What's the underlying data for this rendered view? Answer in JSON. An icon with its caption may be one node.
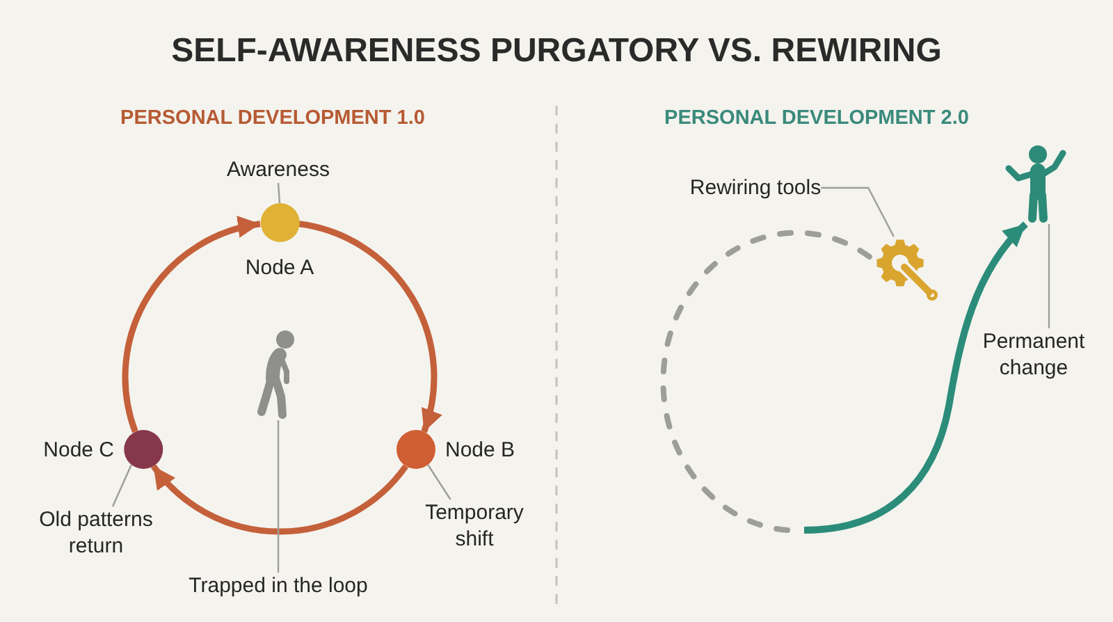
{
  "diagram": {
    "title": "SELF-AWARENESS PURGATORY VS. REWIRING",
    "nodes": [
      {
        "text": [
          "Awareness"
        ]
      },
      {
        "text": [
          "Node A"
        ]
      },
      {
        "text": [],
        "shape": "person"
      },
      {
        "text": [
          "Node C"
        ]
      },
      {
        "text": [
          "Node B"
        ]
      },
      {
        "text": [
          "Old patterns return"
        ]
      },
      {
        "text": [
          "Temporary shift"
        ]
      },
      {
        "text": [
          "Trapped in the loop"
        ]
      },
      {
        "text": [],
        "shape": "person"
      },
      {
        "text": [
          "Rewiring tools"
        ]
      },
      {
        "text": [],
        "shape": "gear"
      },
      {
        "text": [
          "Permanent change"
        ]
      }
    ],
    "edges": [
      {
        "from": 1,
        "to": 4,
        "arrow": "to",
        "style": "thick",
        "color": "#c4603a"
      },
      {
        "from": 4,
        "to": 3,
        "arrow": "to",
        "style": "thick",
        "color": "#c4603a"
      },
      {
        "from": 3,
        "to": 1,
        "arrow": "to",
        "style": "thick",
        "color": "#c4603a"
      },
      {
        "from": 0,
        "to": 1,
        "arrow": "none"
      },
      {
        "from": 5,
        "to": 3,
        "arrow": "none"
      },
      {
        "from": 6,
        "to": 4,
        "arrow": "none"
      },
      {
        "from": 7,
        "to": 2,
        "arrow": "none"
      },
      {
        "from": 9,
        "to": 10,
        "arrow": "none"
      },
      {
        "from": null,
        "to": 10,
        "arrow": "none",
        "style": "dashed"
      },
      {
        "from": null,
        "to": 8,
        "arrow": "to",
        "style": "thick",
        "color": "#2b8c7a"
      },
      {
        "from": 11,
        "to": 8,
        "arrow": "none"
      }
    ],
    "labels": [
      "PERSONAL DEVELOPMENT 1.0",
      "PERSONAL DEVELOPMENT 2.0"
    ]
  }
}
